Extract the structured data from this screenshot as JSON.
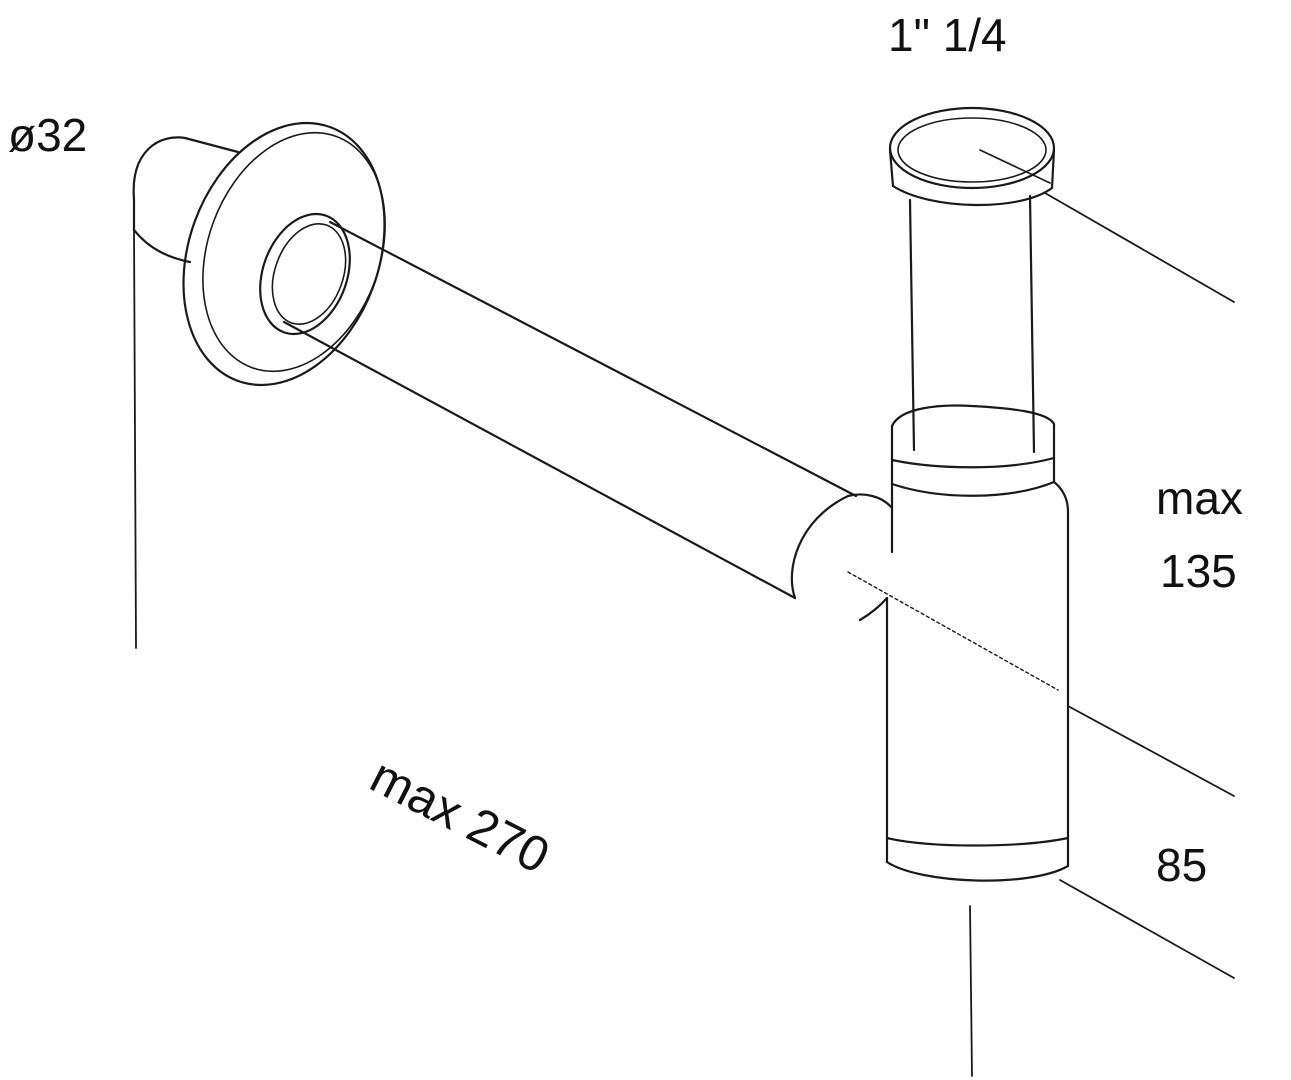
{
  "labels": {
    "diameter": "ø32",
    "thread": "1\" 1/4",
    "max_height_line1": "max",
    "max_height_line2": "135",
    "bottom_height": "85",
    "max_length": "max 270"
  },
  "colors": {
    "line": "#1a1a1a",
    "background": "#ffffff"
  }
}
